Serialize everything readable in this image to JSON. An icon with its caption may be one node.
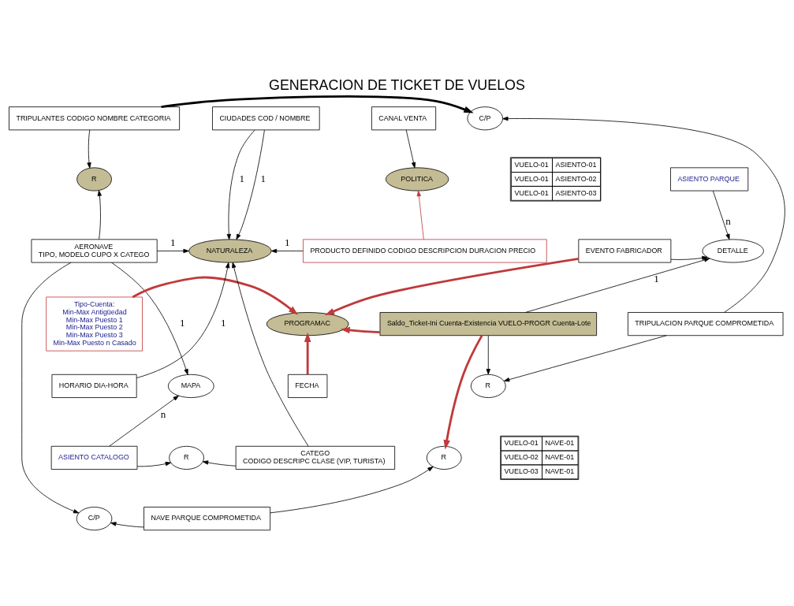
{
  "diagram": {
    "title": "GENERACION DE TICKET DE VUELOS",
    "nodes": [
      {
        "text": [
          "TRIPULANTES CODIGO NOMBRE CATEGORIA"
        ]
      },
      {
        "text": [
          "CIUDADES COD / NOMBRE"
        ]
      },
      {
        "text": [
          "CANAL VENTA"
        ]
      },
      {
        "text": [
          "POLITICA"
        ]
      },
      {
        "text": [
          "C/P"
        ]
      },
      {
        "text": [
          "R"
        ]
      },
      {
        "text": [
          "EVENTO FABRICADOR"
        ]
      },
      {
        "text": [
          "DETALLE"
        ]
      },
      {
        "text": [
          "ASIENTO PARQUE"
        ]
      },
      {
        "text": [
          "AERONAVE",
          "TIPO, MODELO CUPO X CATEGO"
        ]
      },
      {
        "text": [
          "NATURALEZA"
        ]
      },
      {
        "text": [
          "PRODUCTO DEFINIDO CODIGO DESCRIPCION DURACION PRECIO"
        ]
      },
      {
        "text": [
          "Tipo-Cuenta:",
          "Min-Max Antigüedad",
          "Min-Max Puesto 1",
          "Min-Max Puesto 2",
          "Min-Max Puesto 3",
          "Min-Max Puesto n Casado"
        ]
      },
      {
        "text": [
          "PROGRAMAC"
        ]
      },
      {
        "text": [
          "Saldo_Ticket-Ini Cuenta-Existencia VUELO-PROGR Cuenta-Lote"
        ]
      },
      {
        "text": [
          "TRIPULACION PARQUE COMPROMETIDA"
        ]
      },
      {
        "text": [
          "HORARIO DIA-HORA"
        ]
      },
      {
        "text": [
          "MAPA"
        ]
      },
      {
        "text": [
          "FECHA"
        ]
      },
      {
        "text": [
          "R"
        ]
      },
      {
        "text": [
          "ASIENTO CATALOGO"
        ]
      },
      {
        "text": [
          "R"
        ]
      },
      {
        "text": [
          "CATEGO",
          "CODIGO DESCRIPC CLASE (VIP, TURISTA)"
        ]
      },
      {
        "text": [
          "R"
        ]
      },
      {
        "text": [
          "C/P"
        ]
      },
      {
        "text": [
          "NAVE PARQUE COMPROMETIDA"
        ]
      }
    ],
    "edges": [
      {
        "from": 0,
        "to": 4,
        "arrow": "to",
        "style": "thick"
      },
      {
        "from": 0,
        "to": 5,
        "arrow": "to"
      },
      {
        "from": 9,
        "to": 5,
        "arrow": "to"
      },
      {
        "from": 1,
        "to": 10,
        "arrow": "to",
        "label": "1"
      },
      {
        "from": 1,
        "to": 10,
        "arrow": "to",
        "label": "1"
      },
      {
        "from": 2,
        "to": 3,
        "arrow": "to"
      },
      {
        "from": 11,
        "to": 3,
        "arrow": "to",
        "color": "#c0393b"
      },
      {
        "from": 9,
        "to": 10,
        "arrow": "to",
        "label": "1"
      },
      {
        "from": 11,
        "to": 10,
        "arrow": "to",
        "label": "1"
      },
      {
        "from": 16,
        "to": 10,
        "arrow": "to",
        "label": "1"
      },
      {
        "from": 22,
        "to": 10,
        "arrow": "to"
      },
      {
        "from": 9,
        "to": 17,
        "arrow": "to",
        "label": "1"
      },
      {
        "from": 20,
        "to": 17,
        "arrow": "to",
        "label": "n"
      },
      {
        "from": 9,
        "to": 24,
        "arrow": "to"
      },
      {
        "from": 20,
        "to": 21,
        "arrow": "to"
      },
      {
        "from": 22,
        "to": 21,
        "arrow": "to"
      },
      {
        "from": 12,
        "to": 13,
        "arrow": "to",
        "color": "#c0393b",
        "style": "thick"
      },
      {
        "from": 6,
        "to": 13,
        "arrow": "to",
        "color": "#c0393b",
        "style": "thick"
      },
      {
        "from": 18,
        "to": 13,
        "arrow": "to",
        "color": "#c0393b",
        "style": "thick"
      },
      {
        "from": 14,
        "to": 13,
        "arrow": "to",
        "color": "#c0393b",
        "style": "thick"
      },
      {
        "from": 6,
        "to": 7,
        "arrow": "to"
      },
      {
        "from": 8,
        "to": 7,
        "arrow": "to",
        "label": "n"
      },
      {
        "from": 14,
        "to": 7,
        "arrow": "to",
        "label": "1"
      },
      {
        "from": 15,
        "to": 4,
        "arrow": "to"
      },
      {
        "from": 15,
        "to": 19,
        "arrow": "to"
      },
      {
        "from": 14,
        "to": 19,
        "arrow": "to"
      },
      {
        "from": 14,
        "to": 23,
        "arrow": "to",
        "color": "#c0393b",
        "style": "thick"
      },
      {
        "from": 25,
        "to": 23,
        "arrow": "to"
      },
      {
        "from": 25,
        "to": 24,
        "arrow": "to"
      }
    ],
    "labels": [
      "VUELO-01",
      "ASIENTO-01",
      "VUELO-01",
      "ASIENTO-02",
      "VUELO-01",
      "ASIENTO-03",
      "VUELO-01",
      "NAVE-01",
      "VUELO-02",
      "NAVE-01",
      "VUELO-03",
      "NAVE-01"
    ]
  }
}
